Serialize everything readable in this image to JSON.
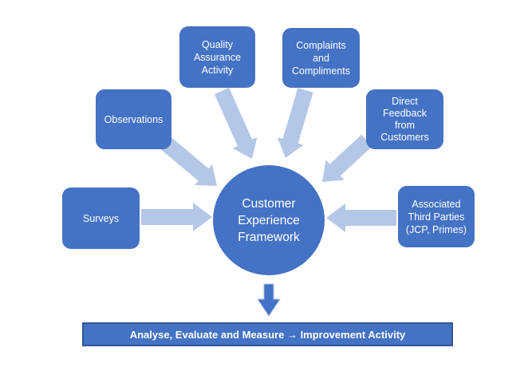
{
  "colors": {
    "node_fill": "#4472C4",
    "node_text": "#FFFFFF",
    "arrow_light": "#B4C7E7",
    "arrow_dark": "#4472C4",
    "arrow_dark_outline": "#A6BCE8",
    "bar_fill": "#4472C4",
    "bar_border": "#2F5597"
  },
  "center_node": {
    "label": "Customer\nExperience\nFramework"
  },
  "source_nodes": [
    {
      "id": "surveys",
      "label": "Surveys"
    },
    {
      "id": "observations",
      "label": "Observations"
    },
    {
      "id": "quality-assurance-activity",
      "label": "Quality\nAssurance\nActivity"
    },
    {
      "id": "complaints-and-compliments",
      "label": "Complaints\nand\nCompliments"
    },
    {
      "id": "direct-feedback-from-customers",
      "label": "Direct\nFeedback\nfrom\nCustomers"
    },
    {
      "id": "associated-third-parties",
      "label": "Associated\nThird Parties\n(JCP, Primes)"
    }
  ],
  "outcome_bar": {
    "label": "Analyse, Evaluate and Measure → Improvement Activity"
  },
  "connections": [
    {
      "from": "surveys",
      "to": "center"
    },
    {
      "from": "observations",
      "to": "center"
    },
    {
      "from": "quality-assurance-activity",
      "to": "center"
    },
    {
      "from": "complaints-and-compliments",
      "to": "center"
    },
    {
      "from": "direct-feedback-from-customers",
      "to": "center"
    },
    {
      "from": "associated-third-parties",
      "to": "center"
    },
    {
      "from": "center",
      "to": "outcome-bar"
    }
  ]
}
